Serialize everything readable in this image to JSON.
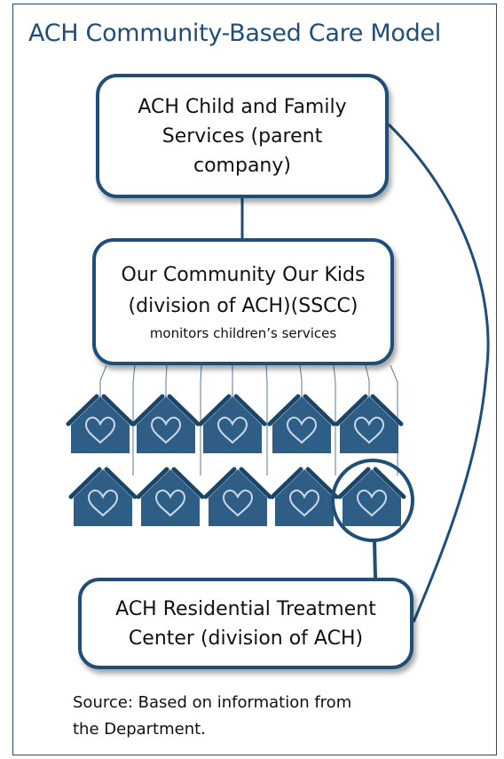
{
  "title": "ACH Community-Based Care Model",
  "boxes": {
    "parent": {
      "line1": "ACH Child and Family",
      "line2": "Services (parent",
      "line3": "company)"
    },
    "occk": {
      "line1": "Our Community Our Kids",
      "line2": "(division of ACH)(SSCC)",
      "subtitle": "monitors children’s services"
    },
    "rtc": {
      "line1": "ACH Residential Treatment",
      "line2": "Center (division of ACH)"
    }
  },
  "houses": {
    "rows": 2,
    "per_row": 5,
    "highlighted": [
      {
        "row": 2,
        "col": 5
      }
    ],
    "icon": "house-heart-icon"
  },
  "source": {
    "line1": "Source: Based on information from",
    "line2": "the Department."
  },
  "colors": {
    "accent": "#1f4e79",
    "house": "#2e5d86",
    "border": "#1f4e79"
  }
}
